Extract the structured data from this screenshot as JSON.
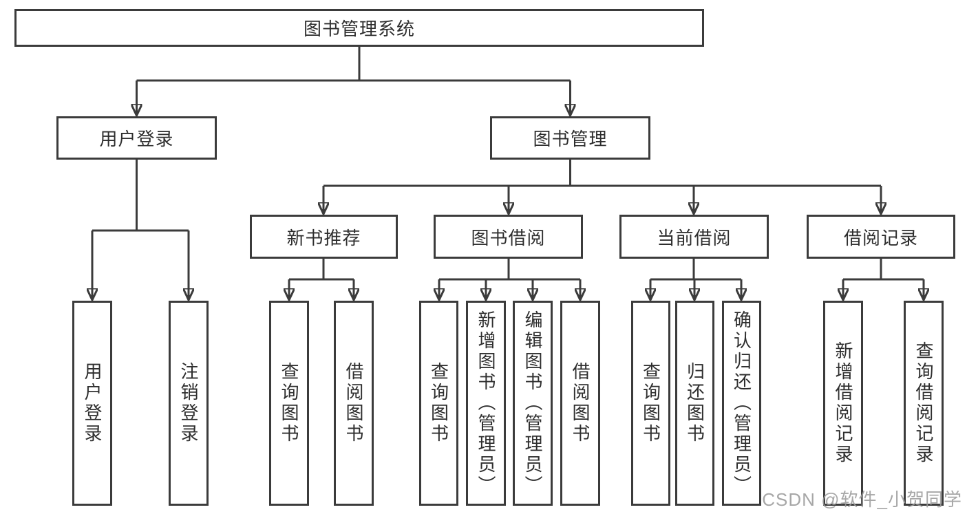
{
  "diagram": {
    "type": "hierarchy-diagram",
    "colors": {
      "background": "#ffffff",
      "line": "#3b3b3b",
      "box_border": "#3b3b3b",
      "text": "#2e2e2e",
      "watermark": "#9b9b9b"
    },
    "watermark": "CSDN @软件_小贺同学",
    "nodes": [
      {
        "id": "root",
        "label": "图书管理系统",
        "parent": null
      },
      {
        "id": "user-login",
        "label": "用户登录",
        "parent": "root"
      },
      {
        "id": "book-management",
        "label": "图书管理",
        "parent": "root"
      },
      {
        "id": "new-book-recommend",
        "label": "新书推荐",
        "parent": "book-management"
      },
      {
        "id": "book-borrowing",
        "label": "图书借阅",
        "parent": "book-management"
      },
      {
        "id": "current-borrowing",
        "label": "当前借阅",
        "parent": "book-management"
      },
      {
        "id": "borrowing-records",
        "label": "借阅记录",
        "parent": "book-management"
      },
      {
        "id": "leaf-user-login",
        "label": "用户登录",
        "parent": "user-login"
      },
      {
        "id": "leaf-logout",
        "label": "注销登录",
        "parent": "user-login"
      },
      {
        "id": "leaf-query-books-1",
        "label": "查询图书",
        "parent": "new-book-recommend"
      },
      {
        "id": "leaf-borrow-books-1",
        "label": "借阅图书",
        "parent": "new-book-recommend"
      },
      {
        "id": "leaf-query-books-2",
        "label": "查询图书",
        "parent": "book-borrowing"
      },
      {
        "id": "leaf-add-books",
        "label": "新增图书（管理员）",
        "parent": "book-borrowing"
      },
      {
        "id": "leaf-edit-books",
        "label": "编辑图书（管理员）",
        "parent": "book-borrowing"
      },
      {
        "id": "leaf-borrow-books-2",
        "label": "借阅图书",
        "parent": "book-borrowing"
      },
      {
        "id": "leaf-query-books-3",
        "label": "查询图书",
        "parent": "current-borrowing"
      },
      {
        "id": "leaf-return-books",
        "label": "归还图书",
        "parent": "current-borrowing"
      },
      {
        "id": "leaf-confirm-return",
        "label": "确认归还（管理员）",
        "parent": "current-borrowing"
      },
      {
        "id": "leaf-add-record",
        "label": "新增借阅记录",
        "parent": "borrowing-records"
      },
      {
        "id": "leaf-query-record",
        "label": "查询借阅记录",
        "parent": "borrowing-records"
      }
    ],
    "hierarchy": {
      "图书管理系统": {
        "用户登录": [
          "用户登录",
          "注销登录"
        ],
        "图书管理": {
          "新书推荐": [
            "查询图书",
            "借阅图书"
          ],
          "图书借阅": [
            "查询图书",
            "新增图书（管理员）",
            "编辑图书（管理员）",
            "借阅图书"
          ],
          "当前借阅": [
            "查询图书",
            "归还图书",
            "确认归还（管理员）"
          ],
          "借阅记录": [
            "新增借阅记录",
            "查询借阅记录"
          ]
        }
      }
    }
  }
}
